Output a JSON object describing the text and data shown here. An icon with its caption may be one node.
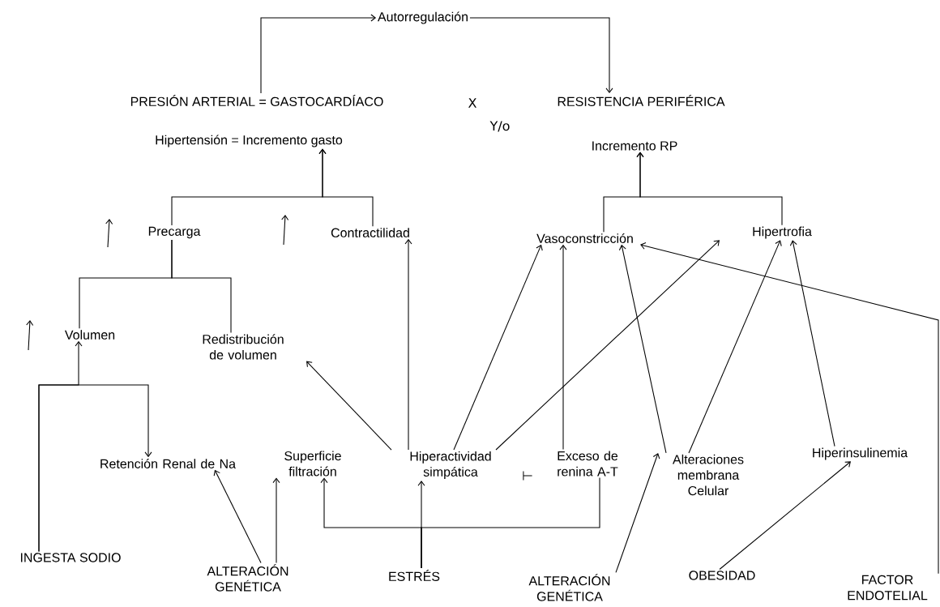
{
  "diagram": {
    "nodes": [
      {
        "text": [
          "Autorregulación"
        ]
      },
      {
        "text": [
          "PRESIÓN ARTERIAL = GASTOCARDÍACO"
        ]
      },
      {
        "text": [
          "RESISTENCIA PERIFÉRICA"
        ]
      },
      {
        "text": [
          "Hipertensión = Incremento gasto"
        ]
      },
      {
        "text": [
          "Incremento RP"
        ]
      },
      {
        "text": [
          "Precarga"
        ]
      },
      {
        "text": [
          "Contractilidad"
        ]
      },
      {
        "text": [
          "Vasoconstricción"
        ]
      },
      {
        "text": [
          "Hipertrofia"
        ]
      },
      {
        "text": [
          "Volumen"
        ]
      },
      {
        "text": [
          "Redistribución de volumen"
        ]
      },
      {
        "text": [
          "Retención Renal de Na"
        ]
      },
      {
        "text": [
          "Superficie filtración"
        ]
      },
      {
        "text": [
          "Hiperactividad simpática"
        ]
      },
      {
        "text": [
          "Exceso de renina A-T"
        ]
      },
      {
        "text": [
          "Alteraciones membrana Celular"
        ]
      },
      {
        "text": [
          "Hiperinsulinemia"
        ]
      },
      {
        "text": [
          "INGESTA SODIO"
        ]
      },
      {
        "text": [
          "ALTERACIÓN GENÉTICA"
        ]
      },
      {
        "text": [
          "ESTRÉS"
        ]
      },
      {
        "text": [
          "ALTERACIÓN GENÉTICA"
        ]
      },
      {
        "text": [
          "OBESIDAD"
        ]
      },
      {
        "text": [
          "FACTOR ENDOTELIAL"
        ]
      }
    ],
    "edges": [
      {
        "from": 1,
        "to": 0,
        "arrow": "to"
      },
      {
        "from": 0,
        "to": 2,
        "arrow": "to"
      },
      {
        "from": 5,
        "to": 3,
        "arrow": "to"
      },
      {
        "from": 6,
        "to": 3,
        "arrow": "to"
      },
      {
        "from": 7,
        "to": 4,
        "arrow": "to"
      },
      {
        "from": 8,
        "to": 4,
        "arrow": "to"
      },
      {
        "from": 9,
        "to": 5,
        "arrow": "none"
      },
      {
        "from": 10,
        "to": 5,
        "arrow": "none"
      },
      {
        "from": 17,
        "to": 9,
        "arrow": "to"
      },
      {
        "from": 17,
        "to": 11,
        "arrow": "to"
      },
      {
        "from": 13,
        "to": 10,
        "arrow": "to"
      },
      {
        "from": 13,
        "to": 6,
        "arrow": "to"
      },
      {
        "from": 13,
        "to": 7,
        "arrow": "to"
      },
      {
        "from": 13,
        "to": 8,
        "arrow": "to"
      },
      {
        "from": 14,
        "to": 7,
        "arrow": "to"
      },
      {
        "from": 15,
        "to": 7,
        "arrow": "to"
      },
      {
        "from": 15,
        "to": 8,
        "arrow": "to"
      },
      {
        "from": 16,
        "to": 8,
        "arrow": "to"
      },
      {
        "from": 22,
        "to": 7,
        "arrow": "to"
      },
      {
        "from": 18,
        "to": 11,
        "arrow": "to"
      },
      {
        "from": 18,
        "to": 12,
        "arrow": "to"
      },
      {
        "from": 19,
        "to": 13,
        "arrow": "to"
      },
      {
        "from": 19,
        "to": 12,
        "arrow": "to"
      },
      {
        "from": 19,
        "to": 14,
        "arrow": "none"
      },
      {
        "from": 20,
        "to": 15,
        "arrow": "to"
      },
      {
        "from": 21,
        "to": 16,
        "arrow": "to"
      }
    ],
    "labels": [
      "X",
      "Y/o",
      "⊢"
    ]
  }
}
